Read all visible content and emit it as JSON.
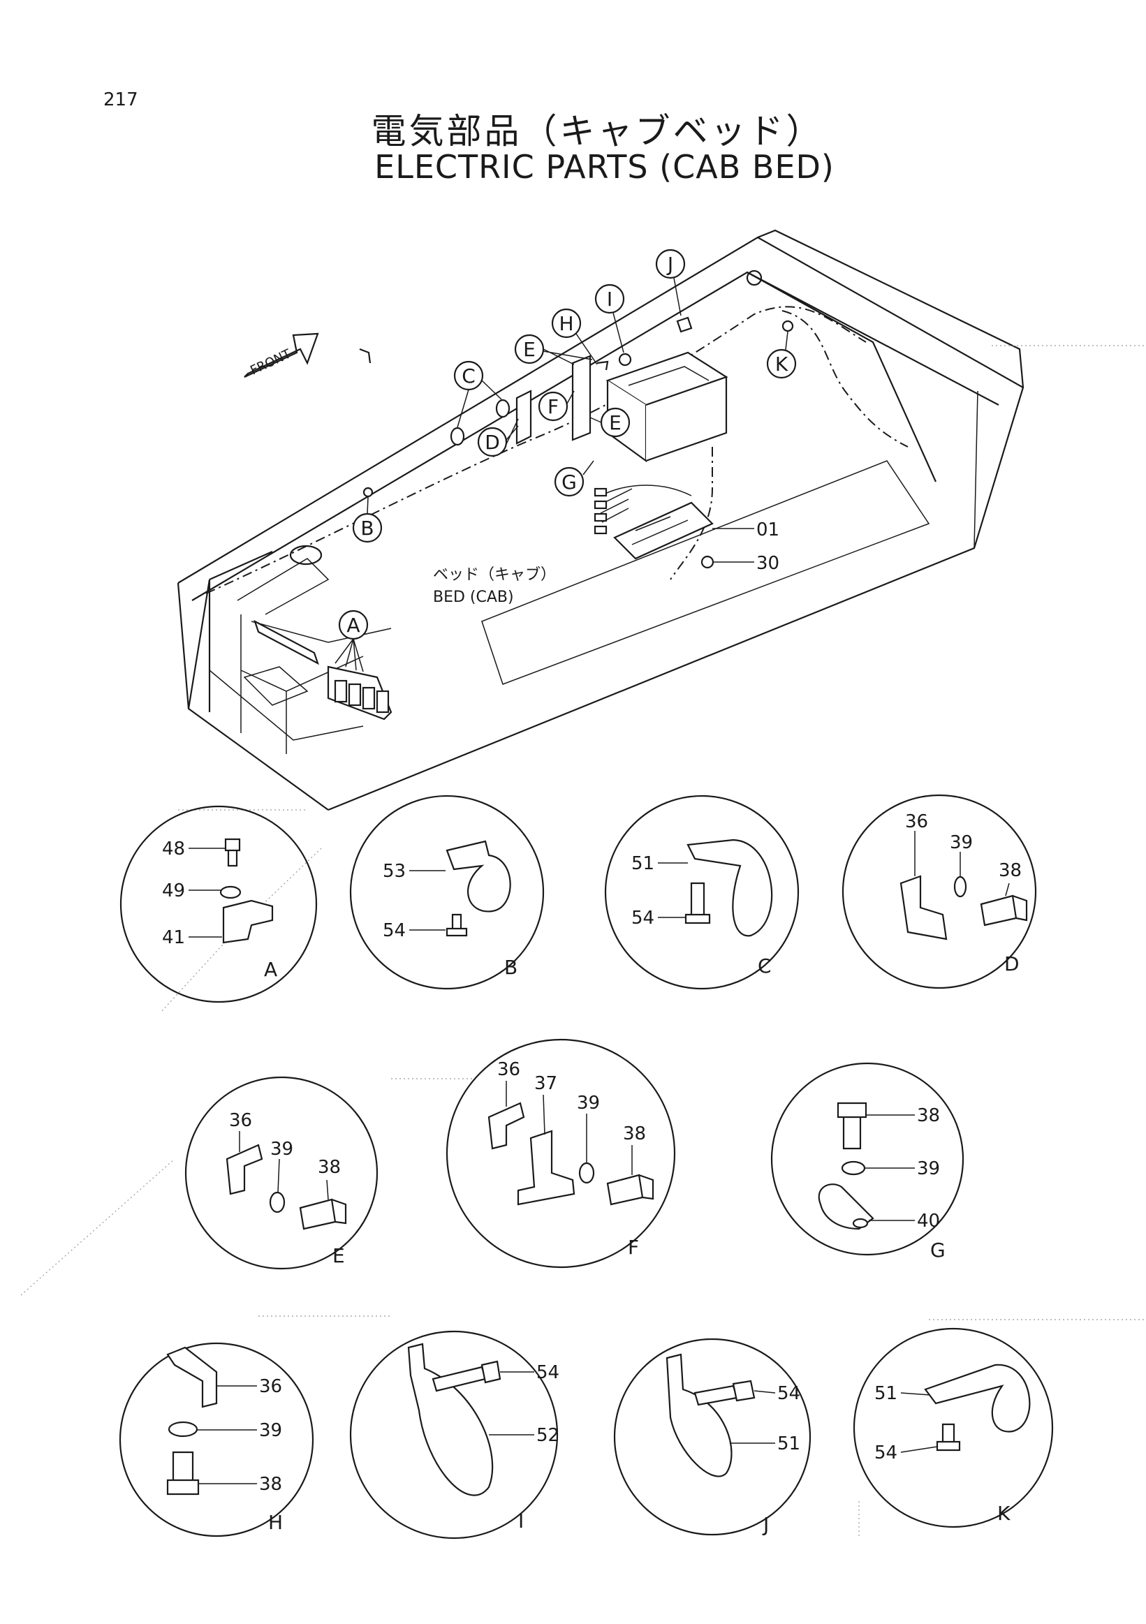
{
  "page_number": "217",
  "title_jp": "電気部品（キャブベッド）",
  "title_en": "ELECTRIC PARTS (CAB BED)",
  "front_label": "FRONT",
  "bed_label_jp": "ベッド（キャブ）",
  "bed_label_en": "BED (CAB)",
  "main_callouts": {
    "A": "A",
    "B": "B",
    "C": "C",
    "D": "D",
    "E1": "E",
    "E2": "E",
    "F": "F",
    "G": "G",
    "H": "H",
    "I": "I",
    "J": "J",
    "K": "K"
  },
  "main_parts": {
    "p01": "01",
    "p30": "30"
  },
  "details": {
    "A": {
      "label": "A",
      "p48": "48",
      "p49": "49",
      "p41": "41"
    },
    "B": {
      "label": "B",
      "p53": "53",
      "p54": "54"
    },
    "C": {
      "label": "C",
      "p51": "51",
      "p54": "54"
    },
    "D": {
      "label": "D",
      "p36": "36",
      "p39": "39",
      "p38": "38"
    },
    "E": {
      "label": "E",
      "p36": "36",
      "p39": "39",
      "p38": "38"
    },
    "F": {
      "label": "F",
      "p36": "36",
      "p37": "37",
      "p39": "39",
      "p38": "38"
    },
    "G": {
      "label": "G",
      "p38": "38",
      "p39": "39",
      "p40": "40"
    },
    "H": {
      "label": "H",
      "p36": "36",
      "p39": "39",
      "p38": "38"
    },
    "I": {
      "label": "I",
      "p54": "54",
      "p52": "52"
    },
    "J": {
      "label": "J",
      "p54": "54",
      "p51": "51"
    },
    "K": {
      "label": "K",
      "p51": "51",
      "p54": "54"
    }
  }
}
